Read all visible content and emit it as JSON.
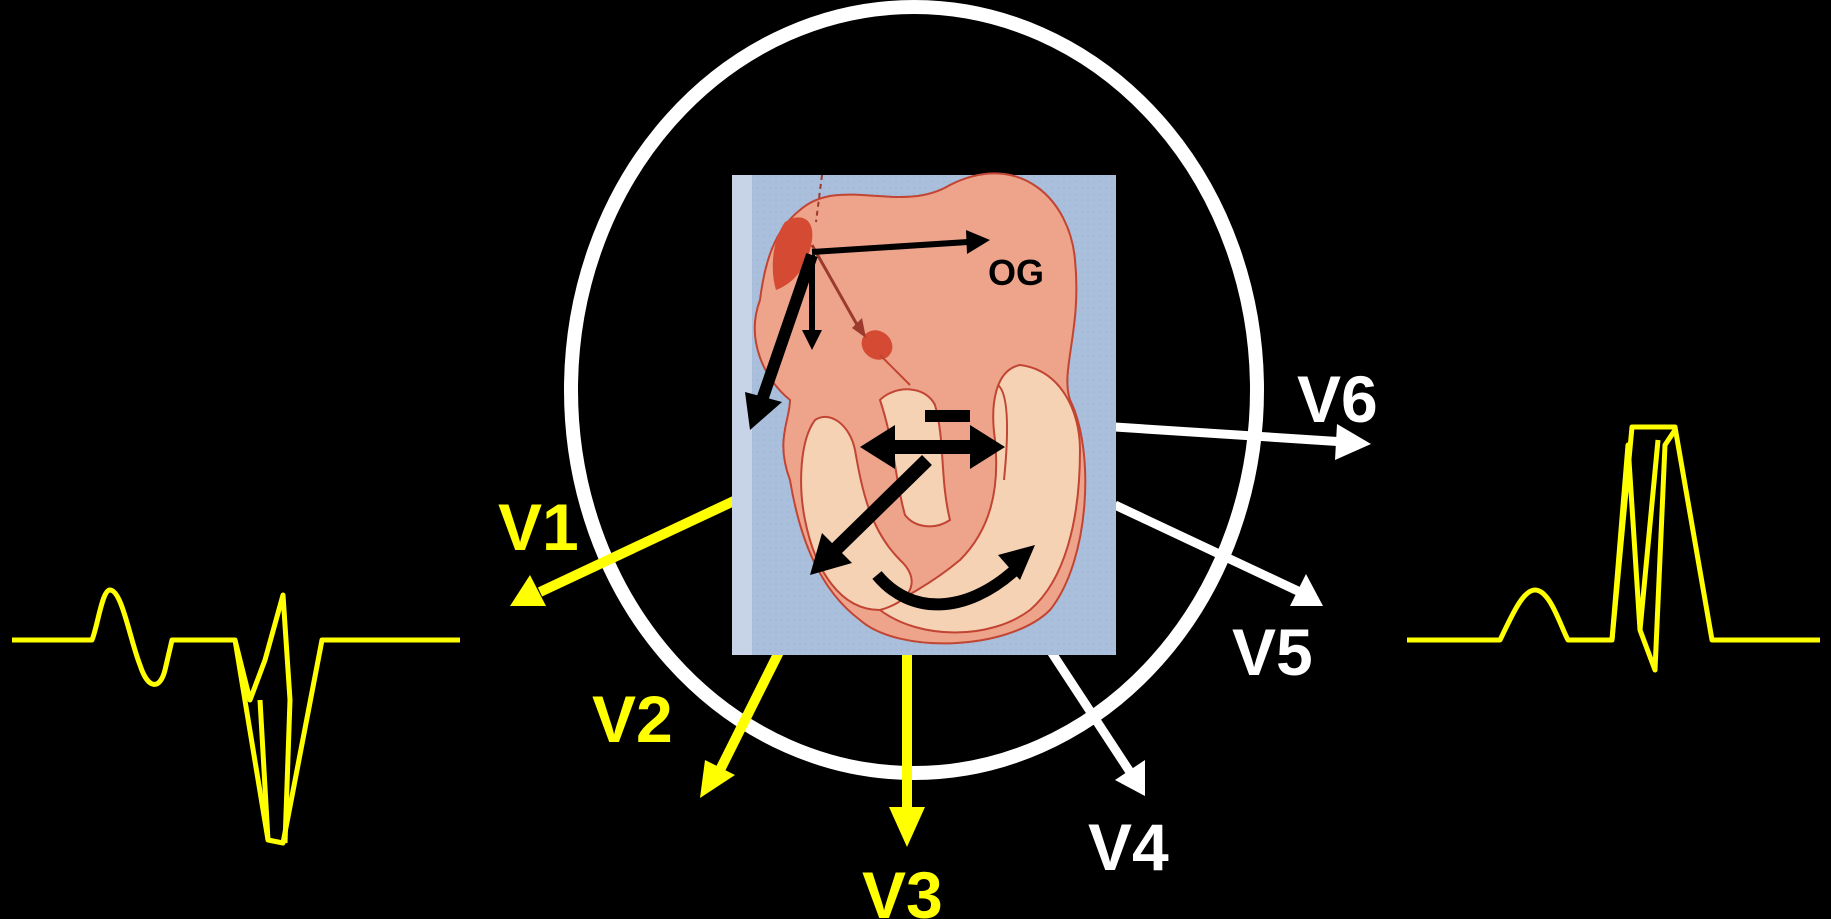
{
  "colors": {
    "background": "#000000",
    "right_leads": "#ffffff",
    "left_leads": "#ffff00",
    "panel": "#a9bfdc",
    "atrium": "#eda48a",
    "ventricle": "#f5d2b4",
    "sa_node": "#d44a32"
  },
  "diagram": {
    "atrium_label": "OG",
    "leads": [
      {
        "id": "V1",
        "label": "V1",
        "color": "#ffff00"
      },
      {
        "id": "V2",
        "label": "V2",
        "color": "#ffff00"
      },
      {
        "id": "V3",
        "label": "V3",
        "color": "#ffff00"
      },
      {
        "id": "V4",
        "label": "V4",
        "color": "#ffffff"
      },
      {
        "id": "V5",
        "label": "V5",
        "color": "#ffffff"
      },
      {
        "id": "V6",
        "label": "V6",
        "color": "#ffffff"
      }
    ]
  },
  "ecg_traces": {
    "left": {
      "lead": "V1",
      "color": "#ffff00",
      "icon": "negative-qrs-ecg-trace"
    },
    "right": {
      "lead": "V6",
      "color": "#ffff00",
      "icon": "positive-qrs-ecg-trace"
    }
  }
}
